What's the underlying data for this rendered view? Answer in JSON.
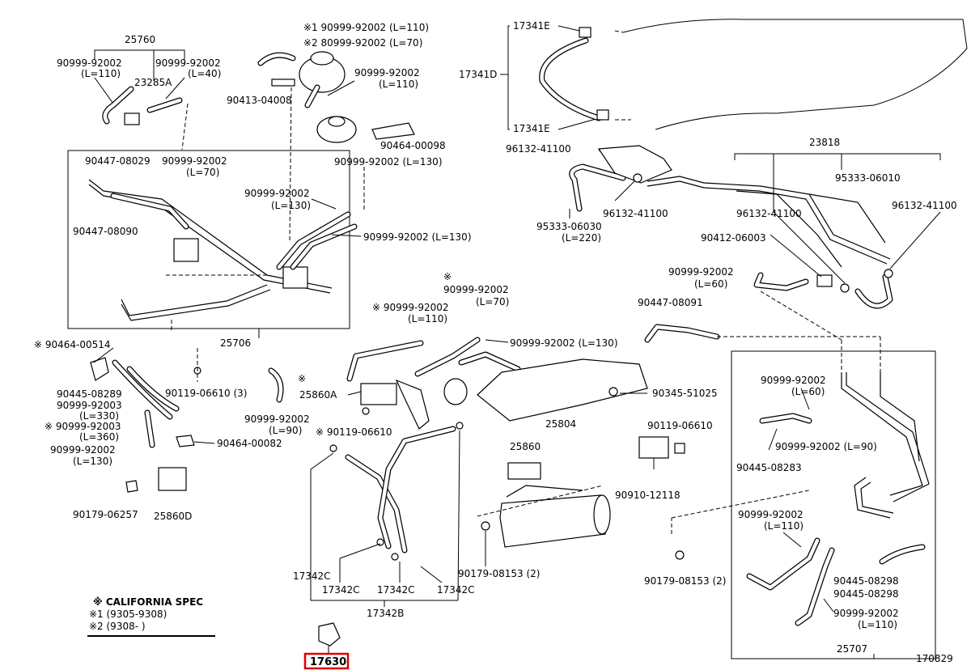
{
  "diagram": {
    "drawing_number": "170829",
    "selected_part": "17630",
    "notes": {
      "california": "※ CALIFORNIA  SPEC",
      "note1": "※1 (9305-9308)",
      "note2": "※2 (9308-          )"
    },
    "labels": {
      "l25760": "25760",
      "l90999_92002_a": "90999-92002",
      "l_l110_a": "(L=110)",
      "l90999_92002_b": "90999-92002",
      "l_l40": "(L=40)",
      "l23285a": "23285A",
      "l_star1": "※1  90999-92002 (L=110)",
      "l_star2": "※2  80999-92002 (L=70)",
      "l90999_92002_c": "90999-92002",
      "l_l110_c": "(L=110)",
      "l90413": "90413-04008",
      "l90464_00098": "90464-00098",
      "l90447_08029": "90447-08029",
      "l90999_92002_d": "90999-92002",
      "l_l70_d": "(L=70)",
      "l90999_92002_l130a": "90999-92002 (L=130)",
      "l90999_92002_e": "90999-92002",
      "l_l130_e": "(L=130)",
      "l90447_08090": "90447-08090",
      "l90999_92002_l130b": "90999-92002 (L=130)",
      "l25706": "25706",
      "l90464_00514": "※ 90464-00514",
      "l90445_08289": "90445-08289",
      "l90999_92003_a": "90999-92003",
      "l_l330": "(L=330)",
      "l90999_92003_b": "※ 90999-92003",
      "l_l360": "(L=360)",
      "l90999_92002_f": "90999-92002",
      "l_l130_f": "(L=130)",
      "l90119_06610_3": "90119-06610 (3)",
      "l90464_00082": "90464-00082",
      "l90179_06257": "90179-06257",
      "l25860d": "25860D",
      "l90999_92002_g": "90999-92002",
      "l_l90_g": "(L=90)",
      "l_star_top": "※",
      "l90999_92002_h": "90999-92002",
      "l_l70_h": "(L=70)",
      "l90999_92002_i": "※ 90999-92002",
      "l_l110_i": "(L=110)",
      "l90999_92002_l130c": "90999-92002 (L=130)",
      "l_star_25860a": "※",
      "l25860a": "25860A",
      "l90119_06610_b": "※ 90119-06610",
      "l25804": "25804",
      "l25860": "25860",
      "l17342c_a": "17342C",
      "l17342c_b": "17342C",
      "l17342c_c": "17342C",
      "l17342c_d": "17342C",
      "l17342b": "17342B",
      "l90179_08153_2a": "90179-08153 (2)",
      "l90345_51025": "90345-51025",
      "l90119_06610_c": "90119-06610",
      "l90910_12118": "90910-12118",
      "l17341e_a": "17341E",
      "l17341d": "17341D",
      "l17341e_b": "17341E",
      "l96132_41100_a": "96132-41100",
      "l95333_06030": "95333-06030",
      "l_l220": "(L=220)",
      "l96132_41100_b": "96132-41100",
      "l23818": "23818",
      "l95333_06010": "95333-06010",
      "l96132_41100_c": "96132-41100",
      "l96132_41100_d": "96132-41100",
      "l90412_06003": "90412-06003",
      "l90999_92002_j": "90999-92002",
      "l_l60_j": "(L=60)",
      "l90447_08091": "90447-08091",
      "l90999_92002_k": "90999-92002",
      "l_l60_k": "(L=60)",
      "l90999_92002_l90": "90999-92002 (L=90)",
      "l90445_08283": "90445-08283",
      "l90999_92002_m": "90999-92002",
      "l_l110_m": "(L=110)",
      "l90179_08153_2b": "90179-08153 (2)",
      "l90445_08298_a": "90445-08298",
      "l90445_08298_b": "90445-08298",
      "l90999_92002_n": "90999-92002",
      "l_l110_n": "(L=110)",
      "l25707": "25707"
    }
  }
}
